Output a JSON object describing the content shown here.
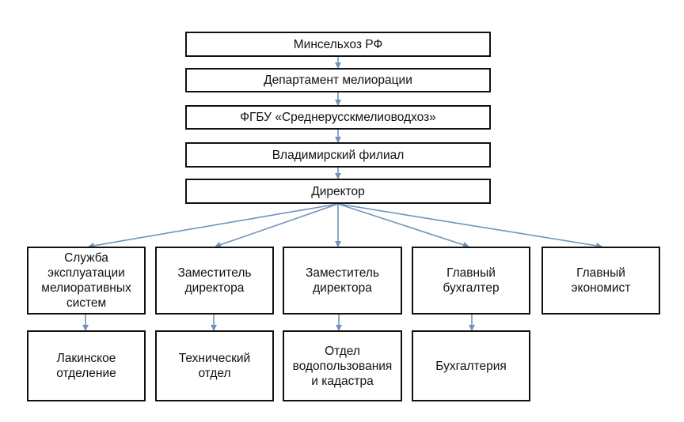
{
  "colors": {
    "connector": "#6f93bd",
    "border": "#111111",
    "text": "#111111"
  },
  "chain": {
    "ministry": "Минсельхоз РФ",
    "department": "Департамент мелиорации",
    "fgbu": "ФГБУ «Среднерусскмелиоводхоз»",
    "branch": "Владимирский филиал",
    "director": "Директор"
  },
  "level2": {
    "service": "Служба\nэксплуатации\nмелиоративных\nсистем",
    "deputy_1": "Заместитель\nдиректора",
    "deputy_2": "Заместитель\nдиректора",
    "chief_accountant": "Главный\nбухгалтер",
    "chief_economist": "Главный\nэкономист"
  },
  "level3": {
    "lakinsk": "Лакинское\nотделение",
    "technical": "Технический\nотдел",
    "water_use": "Отдел\nводопользования\nи кадастра",
    "accounting": "Бухгалтерия"
  }
}
